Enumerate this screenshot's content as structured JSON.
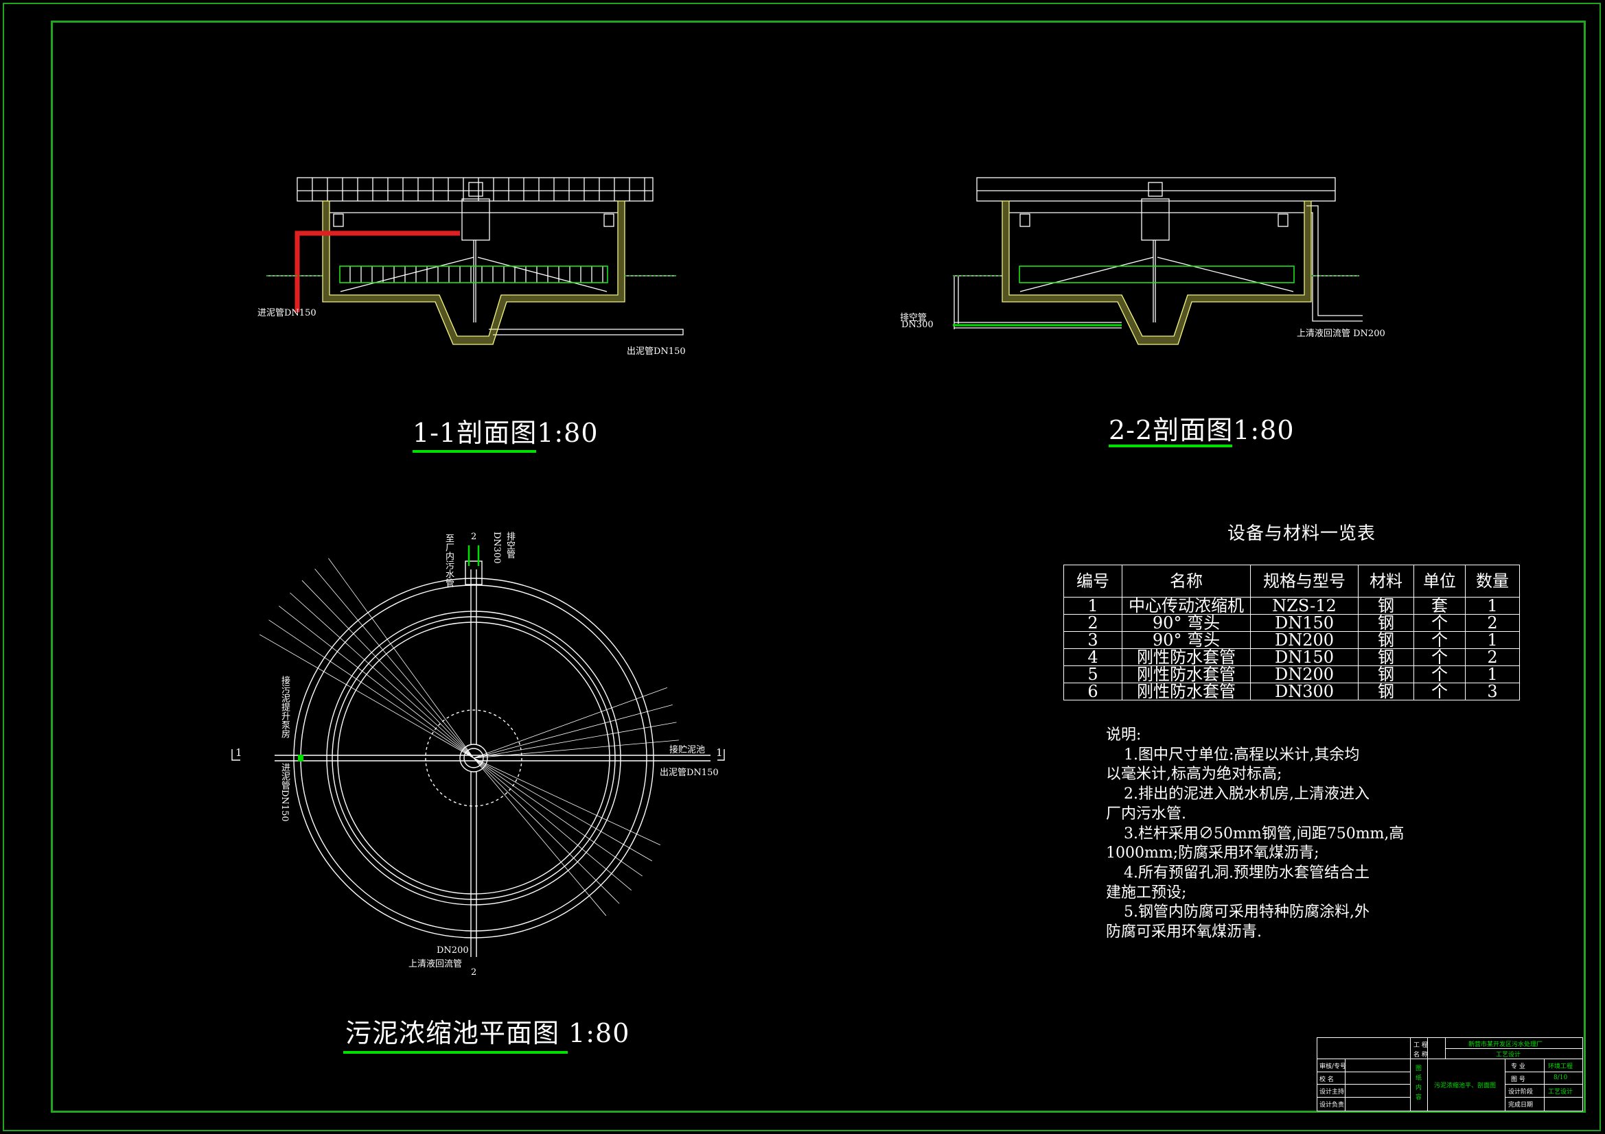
{
  "sections": {
    "s11": {
      "title": "1-1剖面图1:80",
      "inlet_label": "进泥管DN150",
      "outlet_label": "出泥管DN150"
    },
    "s22": {
      "title": "2-2剖面图1:80",
      "drain_label": "排空管",
      "drain_size": "DN300",
      "return_label": "上清液回流管  DN200"
    }
  },
  "plan": {
    "title": "污泥浓缩池平面图  1:80",
    "label_top_size": "DN300",
    "label_top_drain": "排空管",
    "label_top_factory": "至厂内污水管",
    "label_top_mark": "2",
    "label_left_mark": "1",
    "label_right_mark": "1",
    "label_right_tank": "接贮泥池",
    "label_right_outlet": "出泥管DN150",
    "label_left_room": "接污泥提升泵房",
    "label_left_inlet": "进泥管DN150",
    "label_bottom_size": "DN200",
    "label_bottom_return": "上清液回流管",
    "label_bottom_mark": "2"
  },
  "equipment": {
    "title": "设备与材料一览表",
    "headers": [
      "编号",
      "名称",
      "规格与型号",
      "材料",
      "单位",
      "数量"
    ],
    "rows": [
      [
        "1",
        "中心传动浓缩机",
        "NZS-12",
        "钢",
        "套",
        "1"
      ],
      [
        "2",
        "90° 弯头",
        "DN150",
        "钢",
        "个",
        "2"
      ],
      [
        "3",
        "90° 弯头",
        "DN200",
        "钢",
        "个",
        "1"
      ],
      [
        "4",
        "刚性防水套管",
        "DN150",
        "钢",
        "个",
        "2"
      ],
      [
        "5",
        "刚性防水套管",
        "DN200",
        "钢",
        "个",
        "1"
      ],
      [
        "6",
        "刚性防水套管",
        "DN300",
        "钢",
        "个",
        "3"
      ]
    ]
  },
  "notes": {
    "heading": "说明:",
    "lines": [
      "1.图中尺寸单位:高程以米计,其余均",
      "以毫米计,标高为绝对标高;",
      "2.排出的泥进入脱水机房,上清液进入",
      "厂内污水管.",
      "3.栏杆采用∅50mm钢管,间距750mm,高",
      "1000mm;防腐采用环氧煤沥青;",
      "4.所有预留孔洞.预埋防水套管结合土",
      "建施工预设;",
      "5.钢管内防腐可采用特种防腐涂料,外",
      "防腐可采用环氧煤沥青."
    ]
  },
  "title_block": {
    "project_label": "工 程",
    "name_label": "名 称",
    "project_name": "新营市某开发区污水处理厂",
    "design_stage": "工艺设计",
    "rows_left": [
      "审核/专号",
      "校 名",
      "设计主持",
      "设计负责"
    ],
    "drawing_title": "污泥浓缩池平、剖面图",
    "content_label": "图纸内容",
    "specialty_label": "专 业",
    "specialty_value": "环境工程",
    "drawing_no_label": "图 号",
    "drawing_no_value": "8/10",
    "stage_label": "设计阶段",
    "stage_value": "工艺设计",
    "date_label": "完成日期"
  },
  "colors": {
    "frame": "#1fa81f",
    "concrete": "#f0f060",
    "pipe_inlet": "#e02020",
    "accent": "#00e000"
  }
}
